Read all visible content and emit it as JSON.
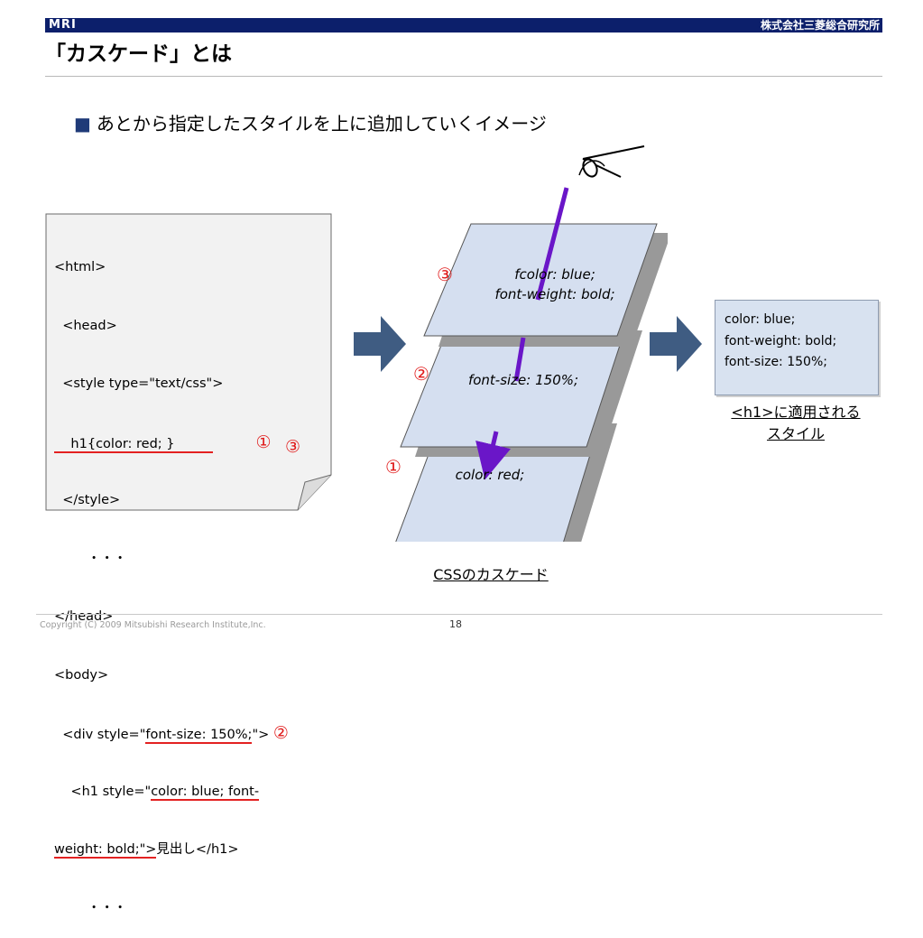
{
  "header": {
    "logo": "MRI",
    "company": "株式会社三菱総合研究所",
    "title": "「カスケード」とは"
  },
  "bullet": {
    "marker": "■",
    "text": "あとから指定したスタイルを上に追加していくイメージ"
  },
  "code": {
    "lines": [
      "<html>",
      "  <head>",
      "  <style type=\"text/css\">",
      "    h1{color: red; }",
      "  </style>",
      "        ・・・",
      "</head>",
      "<body>",
      "  <div style=\"",
      "    <h1 style=\"",
      "weight: bold;\">",
      "        ・・・"
    ],
    "div_prop": "font-size: 150%;",
    "div_end": "\">",
    "h1_prop_1": "color: blue; font-",
    "h1_prop_2": "weight: bold;\">",
    "h1_text": "見出し</h1>",
    "markers": [
      "①",
      "②",
      "③"
    ]
  },
  "layers": [
    {
      "number": "③",
      "lines": [
        "fcolor: blue;",
        "font-weight: bold;"
      ]
    },
    {
      "number": "②",
      "lines": [
        "font-size: 150%;"
      ]
    },
    {
      "number": "①",
      "lines": [
        "color: red;"
      ]
    }
  ],
  "result": {
    "lines": [
      "color: blue;",
      "font-weight: bold;",
      "font-size: 150%;"
    ],
    "caption_1": "<h1>に適用される",
    "caption_2": "スタイル"
  },
  "cascade_caption": "CSSのカスケード",
  "footer": {
    "copyright": "Copyright (C) 2009 Mitsubishi Research Institute,Inc.",
    "page": "18"
  },
  "colors": {
    "header_bar": "#0c1f6b",
    "layer_fill": "#d5dff0",
    "arrow": "#3f5c82",
    "eye_line": "#6a16c8",
    "marker": "#e01a1a"
  }
}
